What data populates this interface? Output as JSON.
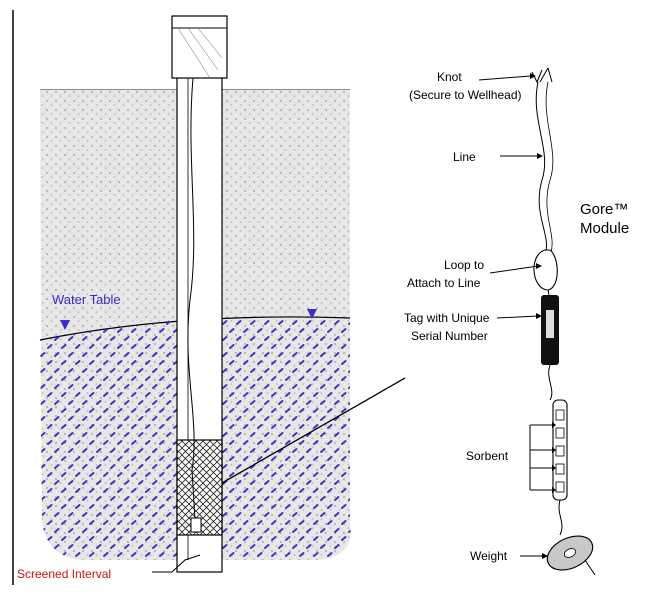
{
  "labels": {
    "water_table": "Water Table",
    "screened_interval": "Screened Interval",
    "knot": "Knot",
    "knot_note": "(Secure to Wellhead)",
    "line": "Line",
    "module_line1": "Gore™",
    "module_line2": "Module",
    "loop_line1": "Loop to",
    "loop_line2": "Attach to Line",
    "tag_line1": "Tag with Unique",
    "tag_line2": "Serial Number",
    "sorbent": "Sorbent",
    "weight": "Weight"
  },
  "colors": {
    "outline": "#000000",
    "soil_dots": "#a8a8a8",
    "water_marks": "#3b2fd0",
    "water_table_label": "#3a2cc8",
    "screened_label": "#d01010"
  }
}
